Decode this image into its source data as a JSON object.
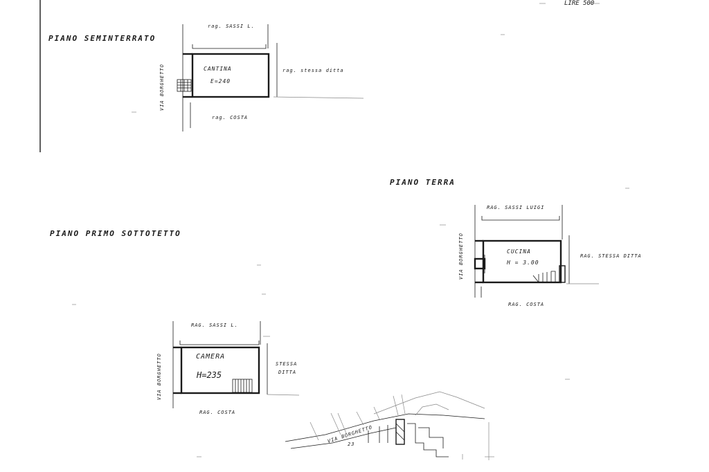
{
  "stamp": "LIRE 500",
  "floors": {
    "basement": {
      "title": "PIANO SEMINTERRATO",
      "room_name": "CANTINA",
      "room_height": "E=240",
      "top_neighbor": "rag. SASSI L.",
      "right_neighbor": "rag. stessa ditta",
      "bottom_neighbor": "rag. COSTA",
      "street": "VIA BORGHETTO"
    },
    "ground": {
      "title": "PIANO TERRA",
      "room_name": "CUCINA",
      "room_height": "H = 3.00",
      "top_neighbor": "RAG. SASSI LUIGI",
      "right_neighbor": "RAG. STESSA DITTA",
      "bottom_neighbor": "RAG. COSTA",
      "street": "VIA BORGHETTO"
    },
    "first_attic": {
      "title": "PIANO PRIMO SOTTOTETTO",
      "room_name": "CAMERA",
      "room_height": "H=235",
      "top_neighbor": "RAG. SASSI L.",
      "right_neighbor_line1": "STESSA",
      "right_neighbor_line2": "DITTA",
      "bottom_neighbor": "RAG. COSTA",
      "street": "VIA BORGHETTO"
    }
  },
  "site_map": {
    "street_label": "VIA BORGHETTO",
    "number": "23"
  }
}
